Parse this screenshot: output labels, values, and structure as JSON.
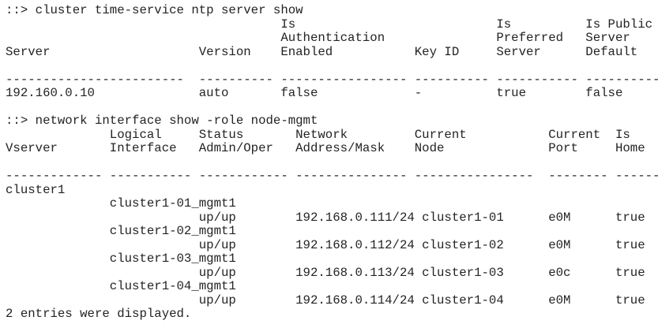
{
  "meta": {
    "background_color": "#ffffff",
    "text_color": "#232323",
    "kind": "cli-terminal-output"
  },
  "footer": {
    "summary_text": "2 entries were displayed."
  },
  "commands": [
    {
      "prompt": "::>",
      "command": "cluster time-service ntp server show",
      "table": {
        "columns": [
          "Server",
          "Version",
          "Is Authentication Enabled",
          "Key ID",
          "Is Preferred Server",
          "Is Public Server Default"
        ],
        "rows": [
          [
            "192.160.0.10",
            "auto",
            "false",
            "-",
            "true",
            "false"
          ]
        ]
      }
    },
    {
      "prompt": "::>",
      "command": "network interface show -role node-mgmt",
      "table": {
        "columns": [
          "Vserver",
          "Logical Interface",
          "Status Admin/Oper",
          "Network Address/Mask",
          "Current Node",
          "Current Port",
          "Is Home"
        ],
        "rows": [
          [
            "cluster1",
            "cluster1-01_mgmt1",
            "up/up",
            "192.168.0.111/24",
            "cluster1-01",
            "e0M",
            "true"
          ],
          [
            "cluster1",
            "cluster1-02_mgmt1",
            "up/up",
            "192.168.0.112/24",
            "cluster1-02",
            "e0M",
            "true"
          ],
          [
            "cluster1",
            "cluster1-03_mgmt1",
            "up/up",
            "192.168.0.113/24",
            "cluster1-03",
            "e0c",
            "true"
          ],
          [
            "cluster1",
            "cluster1-04_mgmt1",
            "up/up",
            "192.168.0.114/24",
            "cluster1-04",
            "e0M",
            "true"
          ]
        ]
      }
    }
  ],
  "screen": {
    "lines": [
      {
        "name": "command-1",
        "cells": [
          [
            0,
            "::> cluster time-service ntp server show"
          ]
        ]
      },
      {
        "name": "ntp-header-row-1",
        "cells": [
          [
            37,
            "Is"
          ],
          [
            66,
            "Is"
          ],
          [
            78,
            "Is Public"
          ]
        ]
      },
      {
        "name": "ntp-header-row-2",
        "cells": [
          [
            37,
            "Authentication"
          ],
          [
            66,
            "Preferred"
          ],
          [
            78,
            "Server"
          ]
        ]
      },
      {
        "name": "ntp-header-row-3",
        "cells": [
          [
            0,
            "Server"
          ],
          [
            26,
            "Version"
          ],
          [
            37,
            "Enabled"
          ],
          [
            55,
            "Key ID"
          ],
          [
            66,
            "Server"
          ],
          [
            78,
            "Default"
          ]
        ]
      },
      {
        "name": "blank-line",
        "cells": []
      },
      {
        "name": "ntp-divider-row",
        "cells": [
          [
            0,
            "------------------------"
          ],
          [
            26,
            "----------"
          ],
          [
            37,
            "-----------------"
          ],
          [
            55,
            "----------"
          ],
          [
            66,
            "-----------"
          ],
          [
            78,
            "------------"
          ]
        ]
      },
      {
        "name": "ntp-data-row",
        "cells": [
          [
            0,
            "192.160.0.10"
          ],
          [
            26,
            "auto"
          ],
          [
            37,
            "false"
          ],
          [
            55,
            "-"
          ],
          [
            66,
            "true"
          ],
          [
            78,
            "false"
          ]
        ]
      },
      {
        "name": "blank-line",
        "cells": []
      },
      {
        "name": "command-2",
        "cells": [
          [
            0,
            "::> network interface show -role node-mgmt"
          ]
        ]
      },
      {
        "name": "lif-header-row-1",
        "cells": [
          [
            14,
            "Logical"
          ],
          [
            26,
            "Status"
          ],
          [
            39,
            "Network"
          ],
          [
            55,
            "Current"
          ],
          [
            73,
            "Current"
          ],
          [
            82,
            "Is"
          ]
        ]
      },
      {
        "name": "lif-header-row-2",
        "cells": [
          [
            0,
            "Vserver"
          ],
          [
            14,
            "Interface"
          ],
          [
            26,
            "Admin/Oper"
          ],
          [
            39,
            "Address/Mask"
          ],
          [
            55,
            "Node"
          ],
          [
            73,
            "Port"
          ],
          [
            82,
            "Home"
          ]
        ]
      },
      {
        "name": "blank-line",
        "cells": []
      },
      {
        "name": "lif-divider-row",
        "cells": [
          [
            0,
            "-------------"
          ],
          [
            14,
            "-----------"
          ],
          [
            26,
            "------------"
          ],
          [
            39,
            "---------------"
          ],
          [
            55,
            "----------------"
          ],
          [
            73,
            "--------"
          ],
          [
            82,
            "------"
          ]
        ]
      },
      {
        "name": "lif-vserver-row",
        "cells": [
          [
            0,
            "cluster1"
          ]
        ]
      },
      {
        "name": "lif-name-row-1",
        "cells": [
          [
            14,
            "cluster1-01_mgmt1"
          ]
        ]
      },
      {
        "name": "lif-detail-row-1",
        "cells": [
          [
            26,
            "up/up"
          ],
          [
            39,
            "192.168.0.111/24"
          ],
          [
            56,
            "cluster1-01"
          ],
          [
            73,
            "e0M"
          ],
          [
            82,
            "true"
          ]
        ]
      },
      {
        "name": "lif-name-row-2",
        "cells": [
          [
            14,
            "cluster1-02_mgmt1"
          ]
        ]
      },
      {
        "name": "lif-detail-row-2",
        "cells": [
          [
            26,
            "up/up"
          ],
          [
            39,
            "192.168.0.112/24"
          ],
          [
            56,
            "cluster1-02"
          ],
          [
            73,
            "e0M"
          ],
          [
            82,
            "true"
          ]
        ]
      },
      {
        "name": "lif-name-row-3",
        "cells": [
          [
            14,
            "cluster1-03_mgmt1"
          ]
        ]
      },
      {
        "name": "lif-detail-row-3",
        "cells": [
          [
            26,
            "up/up"
          ],
          [
            39,
            "192.168.0.113/24"
          ],
          [
            56,
            "cluster1-03"
          ],
          [
            73,
            "e0c"
          ],
          [
            82,
            "true"
          ]
        ]
      },
      {
        "name": "lif-name-row-4",
        "cells": [
          [
            14,
            "cluster1-04_mgmt1"
          ]
        ]
      },
      {
        "name": "lif-detail-row-4",
        "cells": [
          [
            26,
            "up/up"
          ],
          [
            39,
            "192.168.0.114/24"
          ],
          [
            56,
            "cluster1-04"
          ],
          [
            73,
            "e0M"
          ],
          [
            82,
            "true"
          ]
        ]
      },
      {
        "name": "entries-summary-line",
        "cells": [
          [
            0,
            "2 entries were displayed."
          ]
        ]
      }
    ]
  }
}
